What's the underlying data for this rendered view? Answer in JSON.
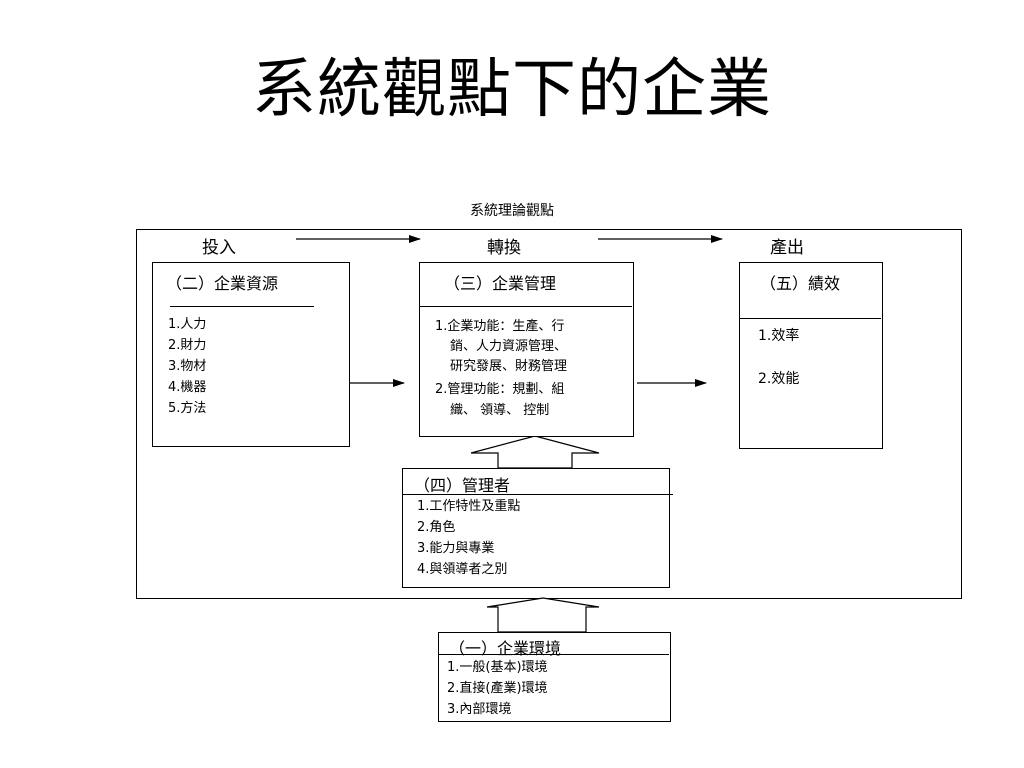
{
  "title": "系統觀點下的企業",
  "subtitle": "系統理論觀點",
  "stages": {
    "input": "投入",
    "transform": "轉換",
    "output": "產出"
  },
  "resources": {
    "heading": "（二）企業資源",
    "items": [
      "1.人力",
      "2.財力",
      "3.物材",
      "4.機器",
      "5.方法"
    ]
  },
  "management": {
    "heading": "（三）企業管理",
    "lines": [
      "1.企業功能：生產、行",
      "銷、人力資源管理、",
      "研究發展、財務管理",
      "2.管理功能：規劃、組",
      "織、 領導、 控制"
    ]
  },
  "performance": {
    "heading": "（五）績效",
    "items": [
      "1.效率",
      "2.效能"
    ]
  },
  "managers": {
    "heading": "（四）管理者",
    "items": [
      "1.工作特性及重點",
      "2.角色",
      "3.能力與專業",
      "4.與領導者之別"
    ]
  },
  "environment": {
    "heading": "（一）企業環境",
    "items": [
      "1.一般(基本)環境",
      "2.直接(產業)環境",
      "3.內部環境"
    ]
  }
}
